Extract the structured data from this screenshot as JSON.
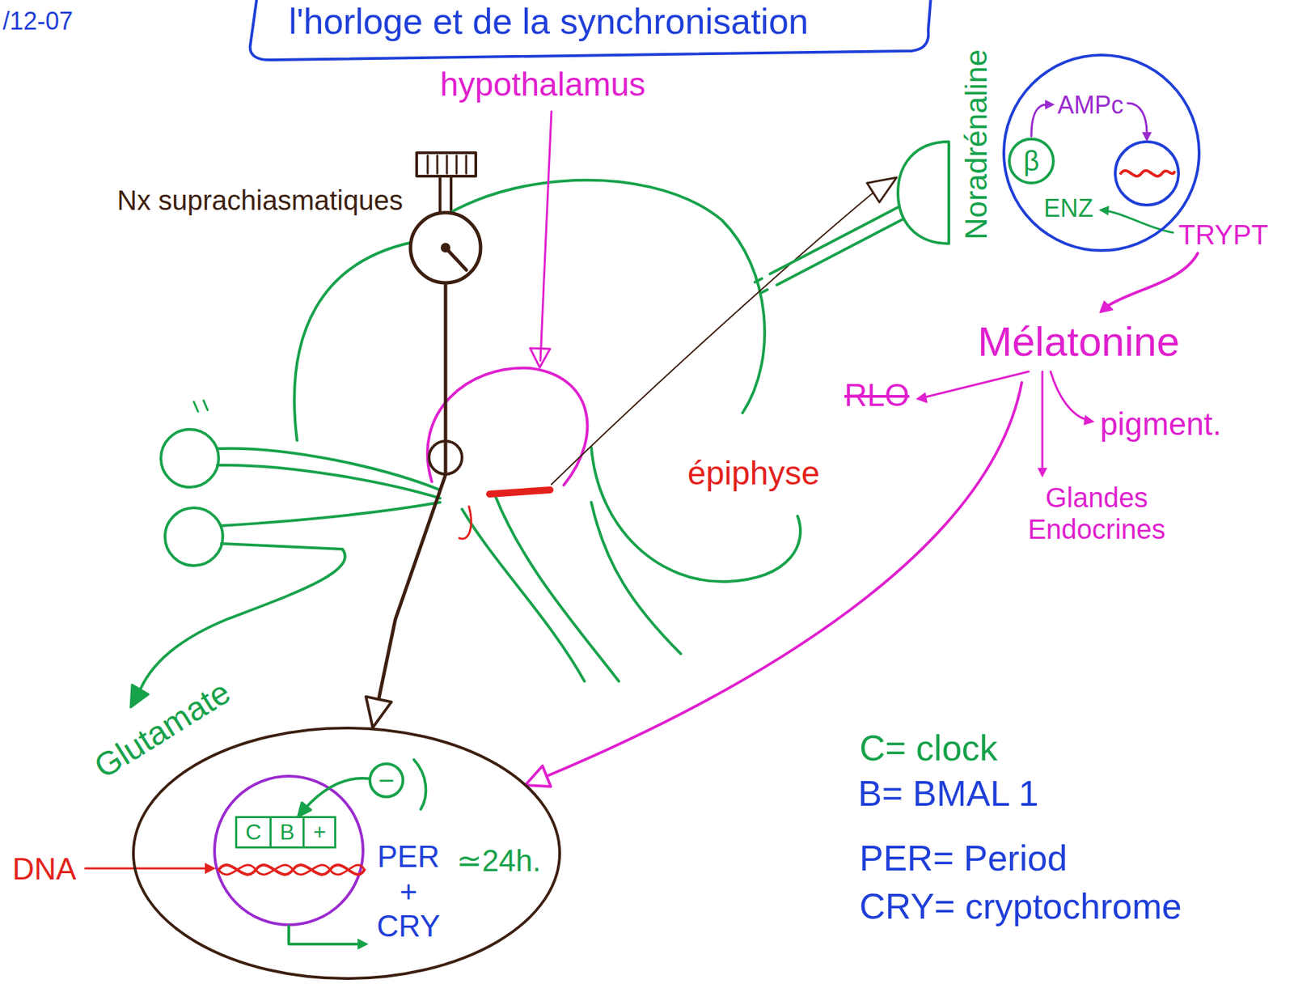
{
  "diagram": {
    "title": "l'horloge et de la synchronisation",
    "nodes": [
      {
        "text": [
          "Nx suprachiasmatiques"
        ]
      },
      {
        "text": [
          "AMPc",
          "ENZ"
        ]
      },
      {
        "text": [
          "β"
        ],
        "in": 1
      },
      {
        "text": [
          "Noradrénaline"
        ]
      },
      {
        "text": [
          "PER + CRY",
          "≃24h."
        ]
      },
      {
        "text": [
          "−"
        ],
        "in": 4
      },
      {
        "text": [
          "C",
          "B",
          "+"
        ],
        "in": 4
      }
    ],
    "edges": [
      {
        "from": 0,
        "to": 4,
        "arrow": "to"
      },
      {
        "from": 5,
        "to": 6,
        "arrow": "to"
      }
    ],
    "labels": [
      "/12-07",
      "hypothalamus",
      "TRYPT",
      "Mélatonine",
      "RLO",
      "pigment.",
      "Glandes Endocrines",
      "épiphyse",
      "Glutamate",
      "DNA",
      "C= clock",
      "B= BMAL 1",
      "PER= Period",
      "CRY= cryptochrome"
    ]
  }
}
